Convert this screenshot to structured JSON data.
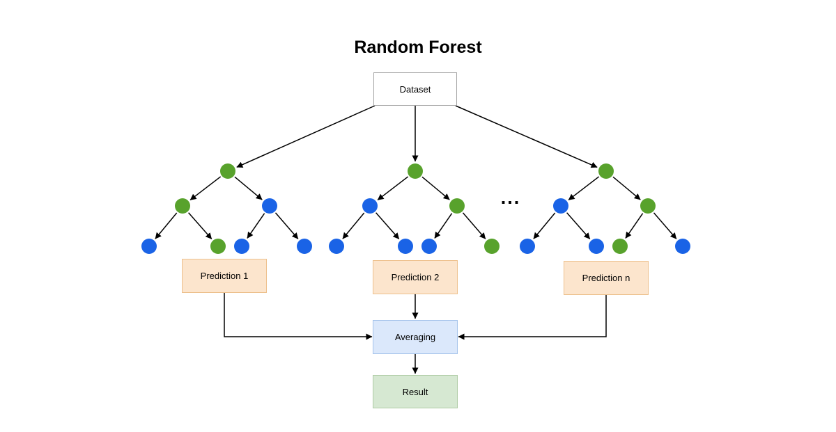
{
  "title": "Random Forest",
  "dataset_label": "Dataset",
  "ellipsis": "...",
  "averaging_label": "Averaging",
  "result_label": "Result",
  "trees": [
    {
      "name": "tree-1",
      "prediction_label": "Prediction 1",
      "root": "green",
      "children": [
        "green",
        "blue"
      ],
      "leaves": [
        "blue",
        "green",
        "blue",
        "blue"
      ]
    },
    {
      "name": "tree-2",
      "prediction_label": "Prediction 2",
      "root": "green",
      "children": [
        "blue",
        "green"
      ],
      "leaves": [
        "blue",
        "blue",
        "blue",
        "green"
      ]
    },
    {
      "name": "tree-n",
      "prediction_label": "Prediction n",
      "root": "green",
      "children": [
        "blue",
        "green"
      ],
      "leaves": [
        "blue",
        "blue",
        "green",
        "blue"
      ]
    }
  ],
  "colors": {
    "green": "#58A22C",
    "blue": "#1A63E6",
    "arrow": "#000000",
    "dataset_fill": "#FFFFFF",
    "dataset_border": "#A6A6A6",
    "prediction_fill": "#FCE5CD",
    "prediction_border": "#EDC08C",
    "averaging_fill": "#DBE8FB",
    "averaging_border": "#A3C2EA",
    "result_fill": "#D6E8D2",
    "result_border": "#AECBA4"
  }
}
